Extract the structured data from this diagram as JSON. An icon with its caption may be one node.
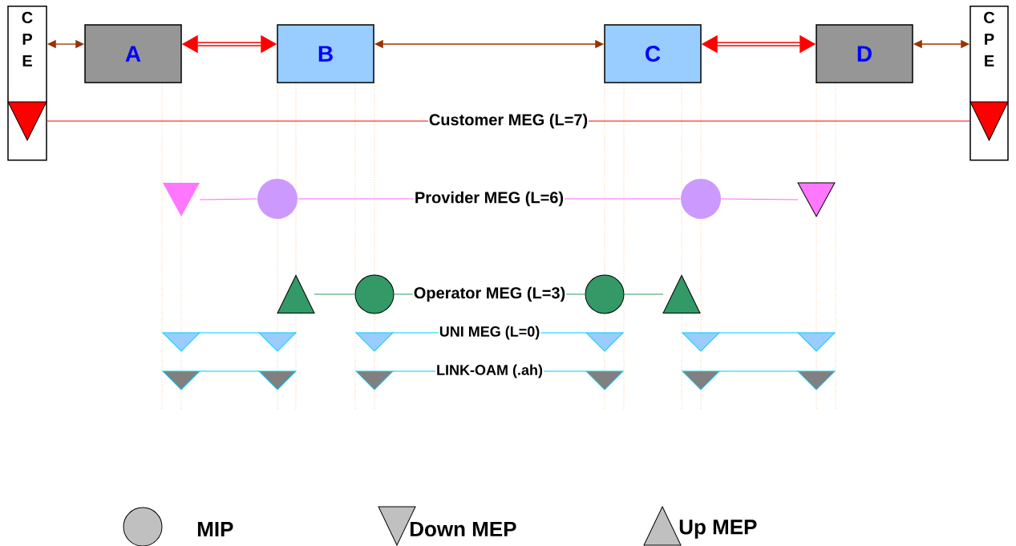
{
  "diagram": {
    "nodes": [
      {
        "text": [
          "C P E"
        ]
      },
      {
        "text": [
          "A"
        ]
      },
      {
        "text": [
          "B"
        ]
      },
      {
        "text": [
          "C"
        ]
      },
      {
        "text": [
          "D"
        ]
      },
      {
        "text": [
          "C P E"
        ]
      },
      {
        "text": [],
        "shape": "triangle",
        "in": 0
      },
      {
        "text": [],
        "shape": "triangle",
        "in": 5
      },
      {
        "text": [],
        "shape": "triangle"
      },
      {
        "text": [],
        "shape": "circle"
      },
      {
        "text": [],
        "shape": "circle"
      },
      {
        "text": [],
        "shape": "triangle"
      },
      {
        "text": [],
        "shape": "triangle"
      },
      {
        "text": [],
        "shape": "circle"
      },
      {
        "text": [],
        "shape": "circle"
      },
      {
        "text": [],
        "shape": "triangle"
      },
      {
        "text": [],
        "shape": "triangle"
      },
      {
        "text": [],
        "shape": "triangle"
      },
      {
        "text": [],
        "shape": "triangle"
      },
      {
        "text": [],
        "shape": "triangle"
      },
      {
        "text": [],
        "shape": "triangle"
      },
      {
        "text": [],
        "shape": "triangle"
      },
      {
        "text": [],
        "shape": "triangle"
      },
      {
        "text": [],
        "shape": "triangle"
      },
      {
        "text": [],
        "shape": "triangle"
      },
      {
        "text": [],
        "shape": "triangle"
      },
      {
        "text": [],
        "shape": "triangle"
      },
      {
        "text": [],
        "shape": "triangle"
      }
    ],
    "edges": [
      {
        "from": 0,
        "to": 1,
        "arrow": "both",
        "color": "#993300"
      },
      {
        "from": 1,
        "to": 2,
        "arrow": "both",
        "style": "thick",
        "color": "#ff0000"
      },
      {
        "from": 2,
        "to": 3,
        "arrow": "both",
        "color": "#993300"
      },
      {
        "from": 3,
        "to": 4,
        "arrow": "both",
        "style": "thick",
        "color": "#ff0000"
      },
      {
        "from": 4,
        "to": 5,
        "arrow": "both",
        "color": "#993300"
      },
      {
        "from": 6,
        "to": 7,
        "arrow": "none",
        "label": "Customer MEG (L=7)",
        "color": "#ff0000"
      },
      {
        "from": 8,
        "to": 9,
        "arrow": "none",
        "color": "#ff66ff"
      },
      {
        "from": 9,
        "to": 10,
        "arrow": "none",
        "label": "Provider MEG (L=6)",
        "color": "#ff66ff"
      },
      {
        "from": 10,
        "to": 11,
        "arrow": "none",
        "color": "#ff66ff"
      },
      {
        "from": 12,
        "to": 13,
        "arrow": "none",
        "color": "#339966"
      },
      {
        "from": 13,
        "to": 14,
        "arrow": "none",
        "label": "Operator MEG (L=3)",
        "color": "#339966"
      },
      {
        "from": 14,
        "to": 15,
        "arrow": "none",
        "color": "#339966"
      },
      {
        "from": 16,
        "to": 17,
        "arrow": "none",
        "color": "#00ccff"
      },
      {
        "from": 18,
        "to": 19,
        "arrow": "none",
        "label": "UNI MEG (L=0)",
        "color": "#00ccff"
      },
      {
        "from": 20,
        "to": 21,
        "arrow": "none",
        "color": "#00ccff"
      },
      {
        "from": 22,
        "to": 23,
        "arrow": "none",
        "color": "#00ccff"
      },
      {
        "from": 24,
        "to": 25,
        "arrow": "none",
        "label": "LINK-OAM (.ah)",
        "color": "#00ccff"
      },
      {
        "from": 26,
        "to": 27,
        "arrow": "none",
        "color": "#00ccff"
      }
    ],
    "legend": [
      {
        "text": "MIP"
      },
      {
        "text": "Down MEP"
      },
      {
        "text": "Up MEP"
      }
    ]
  }
}
